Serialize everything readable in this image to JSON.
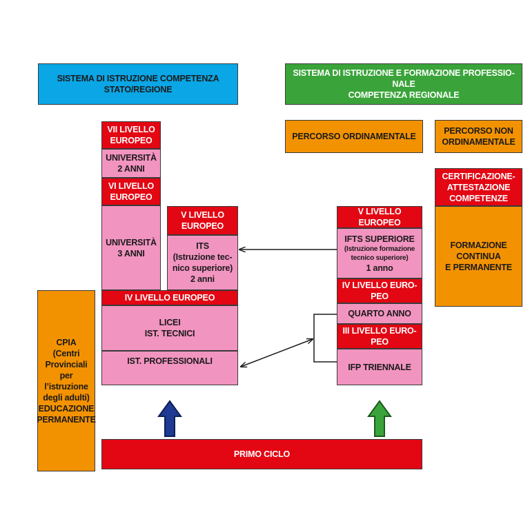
{
  "header": {
    "state_system": "SISTEMA DI ISTRUZIONE COMPETENZA\nSTATO/REGIONE",
    "regional_system": "SISTEMA DI ISTRUZIONE E FORMAZIONE PROFESSIO-\nNALE\nCOMPETENZA REGIONALE"
  },
  "legend": {
    "ordinamentale": "PERCORSO ORDINAMENTALE",
    "non_ordinamentale": "PERCORSO NON\nORDINAMENTALE"
  },
  "state_column": {
    "vii_livello": "VII LIVELLO\nEUROPEO",
    "universita_2": "UNIVERSITÀ\n2 ANNI",
    "vi_livello": "VI LIVELLO\nEUROPEO",
    "universita_3": "UNIVERSITÀ\n3 ANNI",
    "v_livello": "V LIVELLO\nEUROPEO",
    "its": "ITS\n(Istruzione tec-\nnico superiore)\n2 anni",
    "iv_livello": "IV LIVELLO EUROPEO",
    "licei": "LICEI\nIST. TECNICI",
    "professionali": "IST. PROFESSIONALI"
  },
  "regional_column": {
    "v_livello": "V LIVELLO EUROPEO",
    "ifts_title": "IFTS SUPERIORE",
    "ifts_desc": "(Istruzione formazione\ntecnico superiore)",
    "ifts_duration": "1 anno",
    "iv_livello": "IV LIVELLO EURO-\nPEO",
    "quarto_anno": "QUARTO ANNO",
    "iii_livello": "III LIVELLO EURO-\nPEO",
    "ifp": "IFP TRIENNALE"
  },
  "certification": {
    "title": "CERTIFICAZIONE-\nATTESTAZIONE\nCOMPETENZE",
    "body": "FORMAZIONE\nCONTINUA\nE PERMANENTE"
  },
  "cpia": "CPIA\n(Centri\nProvinciali\nper\nl’istruzione\ndegli adulti)\nEDUCAZIONE\nPERMANENTE",
  "primo_ciclo": "PRIMO CICLO",
  "colors": {
    "blue": "#0aa6e6",
    "green": "#3aa43a",
    "orange": "#f39200",
    "red": "#e30613",
    "pink": "#f294c0",
    "arrow_blue": "#1f3a93",
    "arrow_green": "#3aa43a"
  }
}
